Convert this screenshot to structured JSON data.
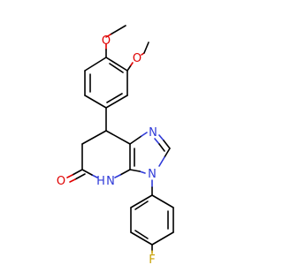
{
  "molecule": {
    "atoms": {
      "methoxy_top": {
        "label": "O",
        "element": "oxygen"
      },
      "methoxy_right": {
        "label": "O",
        "element": "oxygen"
      },
      "imine_n": {
        "label": "N",
        "element": "nitrogen"
      },
      "amide_n": {
        "label": "N",
        "element": "nitrogen"
      },
      "amide_h": {
        "label": "H",
        "element": "hydrogen"
      },
      "ring_n": {
        "label": "N",
        "element": "nitrogen"
      },
      "carbonyl_o": {
        "label": "O",
        "element": "oxygen"
      },
      "fluorine": {
        "label": "F",
        "element": "fluorine"
      }
    }
  },
  "colors": {
    "carbon_bond": "#000000",
    "nitrogen": "#2f3ad8",
    "oxygen": "#e00000",
    "fluorine": "#c8a000",
    "background": "#ffffff"
  }
}
